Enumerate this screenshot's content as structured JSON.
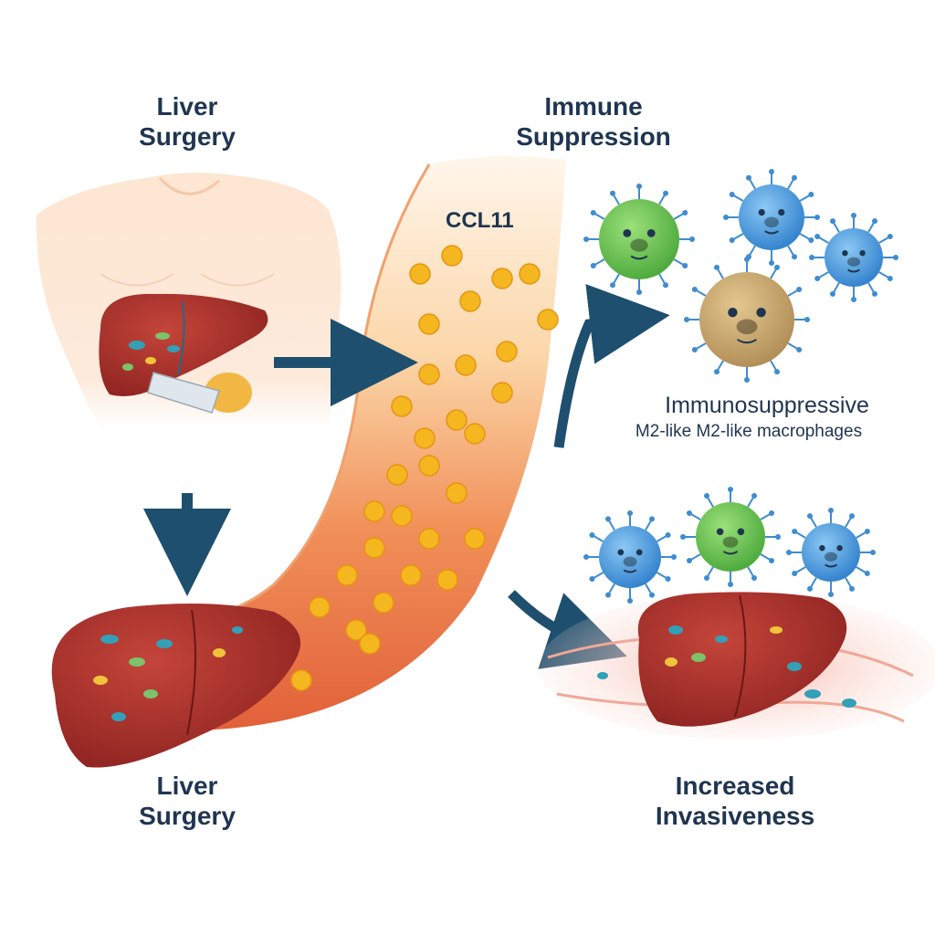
{
  "labels": {
    "liver_surgery_top": "Liver\nSurgery",
    "immune_suppression": "Immune\nSuppression",
    "ccl11": "CCL11",
    "immunosuppressive": "Immunosuppressive",
    "m2_macrophages": "M2-like M2-like macrophages",
    "liver_surgery_bottom": "Liver\nSurgery",
    "increased_invasiveness": "Increased\nInvasiveness"
  },
  "colors": {
    "text": "#1f3550",
    "arrow": "#1e4f6e",
    "liver": "#a8302a",
    "chemokine": "#f5b720",
    "stream": "#e8623a",
    "macrophage_green": "#6cc24a",
    "macrophage_blue": "#4a9bde",
    "macrophage_tan": "#c9a66b"
  }
}
